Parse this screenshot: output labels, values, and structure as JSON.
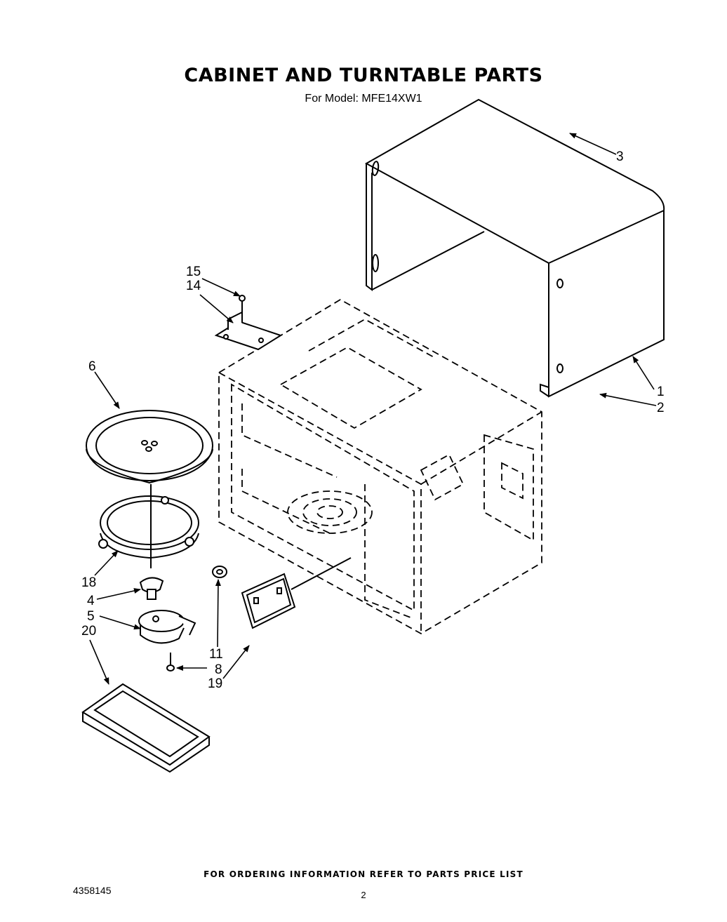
{
  "header": {
    "title": "CABINET AND TURNTABLE PARTS",
    "subtitle": "For Model: MFE14XW1"
  },
  "footer": {
    "ordering_note": "FOR ORDERING INFORMATION REFER TO PARTS PRICE LIST",
    "document_number": "4358145",
    "page_number": "2"
  },
  "callouts": [
    "1",
    "2",
    "3",
    "4",
    "5",
    "6",
    "8",
    "11",
    "14",
    "15",
    "18",
    "19",
    "20"
  ]
}
